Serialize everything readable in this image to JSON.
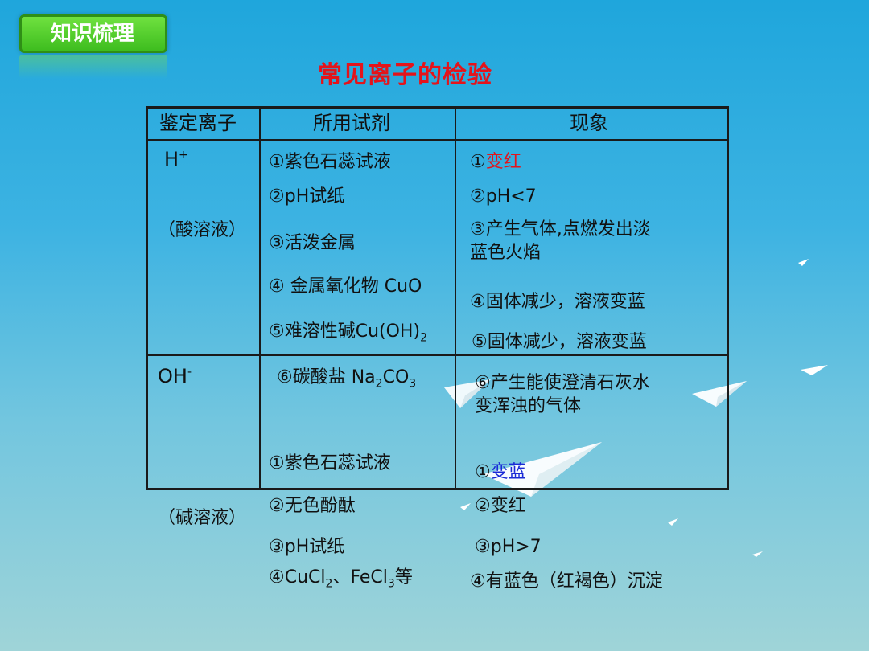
{
  "tag": {
    "label": "知识梳理"
  },
  "title": "常见离子的检验",
  "headers": {
    "ion": "鉴定离子",
    "reagent": "所用试剂",
    "phenomenon": "现象"
  },
  "h_section": {
    "ion_main": "H",
    "ion_sup": "+",
    "ion_note": "（酸溶液）",
    "reagents": [
      "①紫色石蕊试液",
      "②pH试纸",
      "③活泼金属",
      "④ 金属氧化物 CuO",
      "⑤难溶性碱Cu(OH)",
      "2"
    ],
    "phenomena": {
      "p1_num": "①",
      "p1_text": "变红",
      "p2": "②pH<7",
      "p3_line1": "③产生气体,点燃发出淡",
      "p3_line2": "蓝色火焰",
      "p4": "④固体减少，溶液变蓝",
      "p5": "⑤固体减少，溶液变蓝"
    }
  },
  "oh_section": {
    "ion_main": "OH",
    "ion_sup": "-",
    "reagent6_a": "⑥碳酸盐 Na",
    "reagent6_b": "2",
    "reagent6_c": "CO",
    "reagent6_d": "3",
    "phen6_line1": "⑥产生能使澄清石灰水",
    "phen6_line2": "变浑浊的气体",
    "reagent1": "①紫色石蕊试液",
    "phen1_num": "①",
    "phen1_text": "变蓝"
  },
  "base_section": {
    "note": "（碱溶液）",
    "reagent2": "②无色酚酞",
    "phen2": "②变红",
    "reagent3": "③pH试纸",
    "phen3": "③pH>7",
    "reagent4_a": "④CuCl",
    "reagent4_b": "2",
    "reagent4_c": "、FeCl",
    "reagent4_d": "3",
    "reagent4_e": "等",
    "phen4": "④有蓝色（红褐色）沉淀"
  }
}
